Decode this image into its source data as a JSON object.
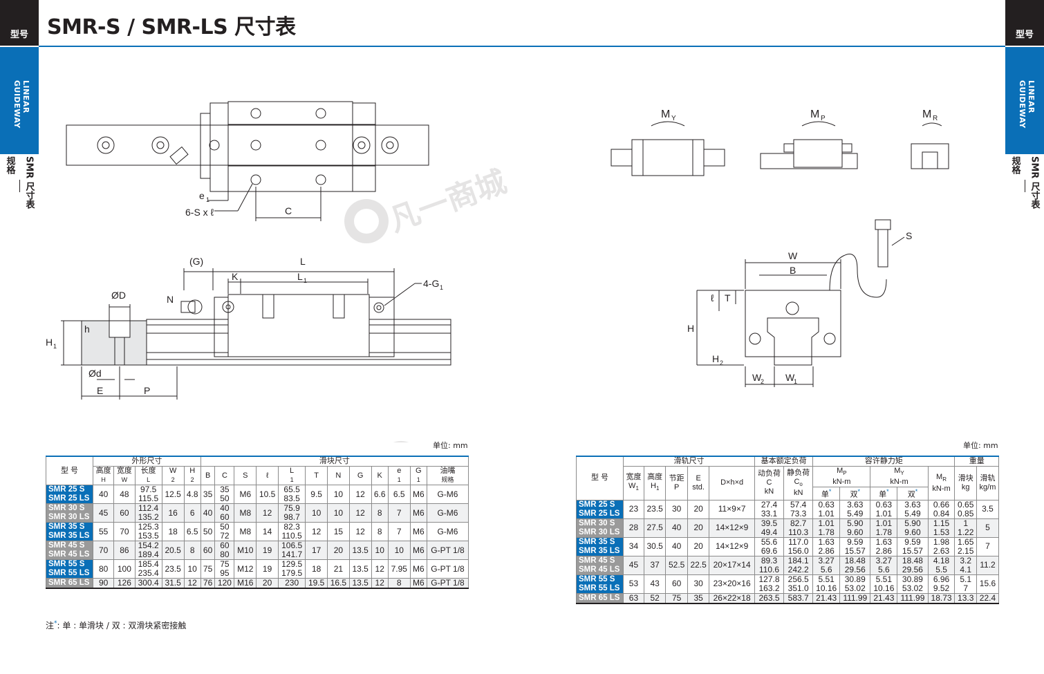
{
  "header": {
    "left_tab": "型号",
    "right_tab": "型号",
    "title": "SMR-S / SMR-LS 尺寸表"
  },
  "side": {
    "vertical_label": "LINEAR GUIDEWAY",
    "sub_a": "规格",
    "sub_b": "SMR 尺寸表"
  },
  "drawing_labels": {
    "e1": "e",
    "e1_sub": "1",
    "sxl": "6-S x ℓ",
    "C": "C",
    "G": "(G)",
    "L": "L",
    "K": "K",
    "L1": "L",
    "L1_sub": "1",
    "G1": "4-G",
    "G1_sub": "1",
    "N": "N",
    "OD": "ØD",
    "h": "h",
    "H1": "H",
    "H1_sub": "1",
    "Od": "Ød",
    "E": "E",
    "P": "P",
    "MY": "M",
    "MY_sub": "Y",
    "MP": "M",
    "MP_sub": "P",
    "MR": "M",
    "MR_sub": "R",
    "W": "W",
    "B": "B",
    "S": "S",
    "l": "ℓ",
    "T": "T",
    "H": "H",
    "H2": "H",
    "H2_sub": "2",
    "W2": "W",
    "W2_sub": "2",
    "W1": "W",
    "W1_sub": "1"
  },
  "watermark": "凡一商城",
  "table1": {
    "unit": "单位: mm",
    "h_model": "型 号",
    "h_outer": "外形尺寸",
    "h_block": "滑块尺寸",
    "sub": [
      "高度",
      "宽度",
      "长度",
      "W",
      "H",
      "B",
      "C",
      "S",
      "ℓ",
      "L",
      "T",
      "N",
      "G",
      "K",
      "e",
      "G",
      "油嘴"
    ],
    "sub2": [
      "H",
      "W",
      "L",
      "2",
      "2",
      "",
      "",
      "",
      "",
      "1",
      "",
      "",
      "",
      "",
      "1",
      "1",
      "规格"
    ],
    "rows": [
      {
        "m": [
          "SMR 25 S",
          "SMR 25 LS"
        ],
        "g": false,
        "v": [
          "40",
          "48",
          [
            "97.5",
            "115.5"
          ],
          "12.5",
          "4.8",
          "35",
          [
            "35",
            "50"
          ],
          "M6",
          "10.5",
          [
            "65.5",
            "83.5"
          ],
          "9.5",
          "10",
          "12",
          "6.6",
          "6.5",
          "M6",
          "G-M6"
        ]
      },
      {
        "m": [
          "SMR 30 S",
          "SMR 30 LS"
        ],
        "g": true,
        "v": [
          "45",
          "60",
          [
            "112.4",
            "135.2"
          ],
          "16",
          "6",
          "40",
          [
            "40",
            "60"
          ],
          "M8",
          "12",
          [
            "75.9",
            "98.7"
          ],
          "10",
          "10",
          "12",
          "8",
          "7",
          "M6",
          "G-M6"
        ]
      },
      {
        "m": [
          "SMR 35 S",
          "SMR 35 LS"
        ],
        "g": false,
        "v": [
          "55",
          "70",
          [
            "125.3",
            "153.5"
          ],
          "18",
          "6.5",
          "50",
          [
            "50",
            "72"
          ],
          "M8",
          "14",
          [
            "82.3",
            "110.5"
          ],
          "12",
          "15",
          "12",
          "8",
          "7",
          "M6",
          "G-M6"
        ]
      },
      {
        "m": [
          "SMR 45 S",
          "SMR 45 LS"
        ],
        "g": true,
        "v": [
          "70",
          "86",
          [
            "154.2",
            "189.4"
          ],
          "20.5",
          "8",
          "60",
          [
            "60",
            "80"
          ],
          "M10",
          "19",
          [
            "106.5",
            "141.7"
          ],
          "17",
          "20",
          "13.5",
          "10",
          "10",
          "M6",
          "G-PT 1/8"
        ]
      },
      {
        "m": [
          "SMR 55 S",
          "SMR 55 LS"
        ],
        "g": false,
        "v": [
          "80",
          "100",
          [
            "185.4",
            "235.4"
          ],
          "23.5",
          "10",
          "75",
          [
            "75",
            "95"
          ],
          "M12",
          "19",
          [
            "129.5",
            "179.5"
          ],
          "18",
          "21",
          "13.5",
          "12",
          "7.95",
          "M6",
          "G-PT 1/8"
        ]
      },
      {
        "m": [
          "SMR 65 LS"
        ],
        "g": true,
        "v": [
          "90",
          "126",
          "300.4",
          "31.5",
          "12",
          "76",
          "120",
          "M16",
          "20",
          "230",
          "19.5",
          "16.5",
          "13.5",
          "12",
          "8",
          "M6",
          "G-PT 1/8"
        ]
      }
    ]
  },
  "table2": {
    "unit": "单位: mm",
    "h_model": "型 号",
    "h_rail": "滑轨尺寸",
    "h_load": "基本额定负荷",
    "h_moment": "容许静力矩",
    "h_weight": "重量",
    "rail_sub": [
      "宽度",
      "高度",
      "节距",
      "E",
      "D×h×d"
    ],
    "rail_sub2": [
      "W",
      "H",
      "P",
      "std.",
      ""
    ],
    "rail_sub2b": [
      "1",
      "1",
      "",
      "",
      ""
    ],
    "load_sub": [
      "动负荷",
      "静负荷"
    ],
    "load_sub2": [
      "C",
      "C"
    ],
    "load_sub2b": [
      "",
      "o"
    ],
    "load_unit": "kN",
    "mp": "M",
    "mp_s": "P",
    "my": "M",
    "my_s": "Y",
    "mr": "M",
    "mr_s": "R",
    "mom_unit": "kN-m",
    "single": "单",
    "double": "双",
    "star": "*",
    "w_block": "滑块",
    "w_rail": "滑轨",
    "w_block_u": "kg",
    "w_rail_u": "kg/m",
    "rows": [
      {
        "m": [
          "SMR 25 S",
          "SMR 25 LS"
        ],
        "g": false,
        "v": [
          "23",
          "23.5",
          "30",
          "20",
          "11×9×7",
          [
            "27.4",
            "33.1"
          ],
          [
            "57.4",
            "73.3"
          ],
          [
            "0.63",
            "1.01"
          ],
          [
            "3.63",
            "5.49"
          ],
          [
            "0.63",
            "1.01"
          ],
          [
            "3.63",
            "5.49"
          ],
          [
            "0.66",
            "0.84"
          ],
          [
            "0.65",
            "0.85"
          ],
          "3.5"
        ]
      },
      {
        "m": [
          "SMR 30 S",
          "SMR 30 LS"
        ],
        "g": true,
        "v": [
          "28",
          "27.5",
          "40",
          "20",
          "14×12×9",
          [
            "39.5",
            "49.4"
          ],
          [
            "82.7",
            "110.3"
          ],
          [
            "1.01",
            "1.78"
          ],
          [
            "5.90",
            "9.60"
          ],
          [
            "1.01",
            "1.78"
          ],
          [
            "5.90",
            "9.60"
          ],
          [
            "1.15",
            "1.53"
          ],
          [
            "1",
            "1.22"
          ],
          "5"
        ]
      },
      {
        "m": [
          "SMR 35 S",
          "SMR 35 LS"
        ],
        "g": false,
        "v": [
          "34",
          "30.5",
          "40",
          "20",
          "14×12×9",
          [
            "55.6",
            "69.6"
          ],
          [
            "117.0",
            "156.0"
          ],
          [
            "1.63",
            "2.86"
          ],
          [
            "9.59",
            "15.57"
          ],
          [
            "1.63",
            "2.86"
          ],
          [
            "9.59",
            "15.57"
          ],
          [
            "1.98",
            "2.63"
          ],
          [
            "1.65",
            "2.15"
          ],
          "7"
        ]
      },
      {
        "m": [
          "SMR 45 S",
          "SMR 45 LS"
        ],
        "g": true,
        "v": [
          "45",
          "37",
          "52.5",
          "22.5",
          "20×17×14",
          [
            "89.3",
            "110.6"
          ],
          [
            "184.1",
            "242.2"
          ],
          [
            "3.27",
            "5.6"
          ],
          [
            "18.48",
            "29.56"
          ],
          [
            "3.27",
            "5.6"
          ],
          [
            "18.48",
            "29.56"
          ],
          [
            "4.18",
            "5.5"
          ],
          [
            "3.2",
            "4.1"
          ],
          "11.2"
        ]
      },
      {
        "m": [
          "SMR 55 S",
          "SMR 55 LS"
        ],
        "g": false,
        "v": [
          "53",
          "43",
          "60",
          "30",
          "23×20×16",
          [
            "127.8",
            "163.2"
          ],
          [
            "256.5",
            "351.0"
          ],
          [
            "5.51",
            "10.16"
          ],
          [
            "30.89",
            "53.02"
          ],
          [
            "5.51",
            "10.16"
          ],
          [
            "30.89",
            "53.02"
          ],
          [
            "6.96",
            "9.52"
          ],
          [
            "5.1",
            "7"
          ],
          "15.6"
        ]
      },
      {
        "m": [
          "SMR 65 LS"
        ],
        "g": true,
        "v": [
          "63",
          "52",
          "75",
          "35",
          "26×22×18",
          "263.5",
          "583.7",
          "21.43",
          "111.99",
          "21.43",
          "111.99",
          "18.73",
          "13.3",
          "22.4"
        ]
      }
    ]
  },
  "note": {
    "prefix": "注",
    "star": "*",
    "text": ": 单 : 单滑块 / 双 : 双滑块紧密接触"
  }
}
